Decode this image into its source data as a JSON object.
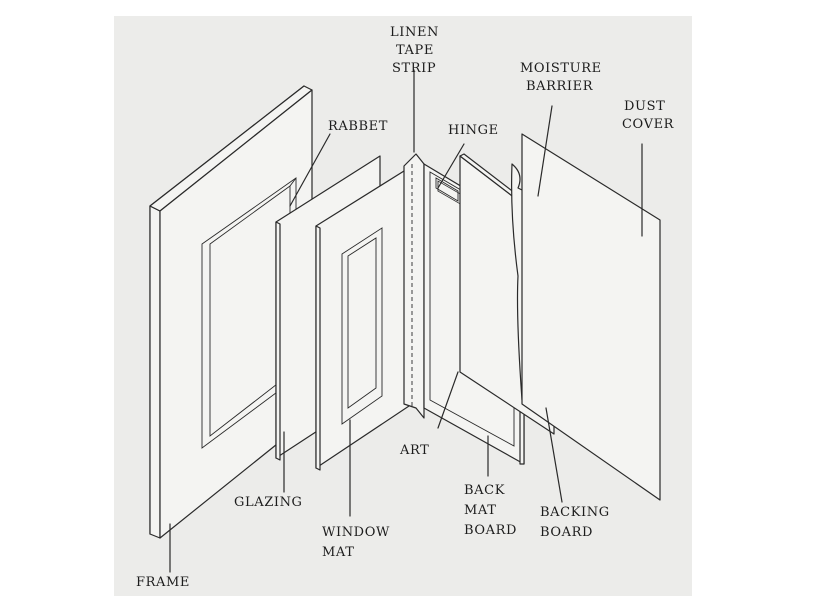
{
  "labels": {
    "linen_tape_strip": [
      "LINEN",
      "TAPE",
      "STRIP"
    ],
    "moisture_barrier": [
      "MOISTURE",
      "BARRIER"
    ],
    "dust_cover": [
      "DUST",
      "COVER"
    ],
    "rabbet": "RABBET",
    "hinge": "HINGE",
    "art": "ART",
    "glazing": "GLAZING",
    "window_mat": [
      "WINDOW",
      "MAT"
    ],
    "back_mat_board": [
      "BACK",
      "MAT",
      "BOARD"
    ],
    "backing_board": [
      "BACKING",
      "BOARD"
    ],
    "frame": "FRAME"
  },
  "colors": {
    "panel_background": "#ececea",
    "line": "#2a2a2a"
  }
}
